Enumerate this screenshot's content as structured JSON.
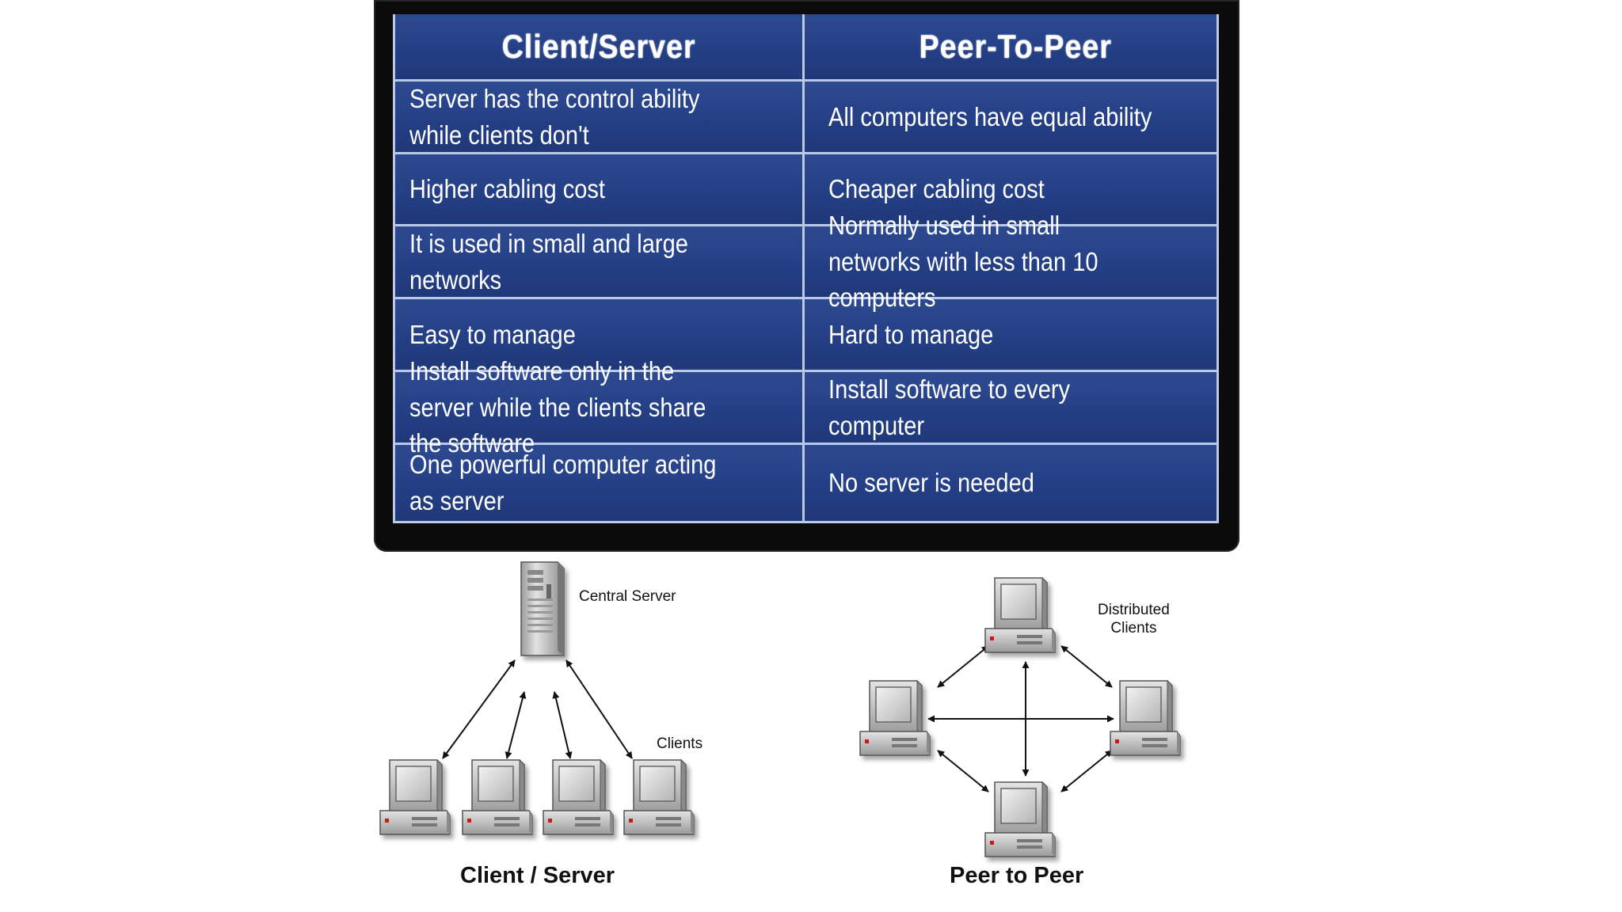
{
  "comparison_table": {
    "headers": [
      "Client/Server",
      "Peer-To-Peer"
    ],
    "rows": [
      [
        "Server has the control ability while clients don't",
        "All computers have equal ability"
      ],
      [
        "Higher cabling cost",
        "Cheaper cabling cost"
      ],
      [
        "It is used in small and large networks",
        "Normally used in small networks with less than 10 computers"
      ],
      [
        "Easy to manage",
        "Hard to manage"
      ],
      [
        "Install software only in the server while the clients share the software",
        "Install software to every computer"
      ],
      [
        "One powerful computer acting as server",
        "No server is needed"
      ]
    ]
  },
  "client_server_diagram": {
    "server_label": "Central Server",
    "clients_label": "Clients",
    "caption": "Client / Server",
    "client_count": 4,
    "server_icon": "tower-server-icon",
    "client_icon": "desktop-computer-icon"
  },
  "peer_to_peer_diagram": {
    "label": "Distributed\nClients",
    "caption": "Peer to Peer",
    "node_count": 4,
    "node_icon": "desktop-computer-icon"
  },
  "colors": {
    "table_cell": "#243f85",
    "table_border": "#b9c9e6",
    "table_frame": "#0b0b0b",
    "text_on_table": "#ffffff"
  }
}
